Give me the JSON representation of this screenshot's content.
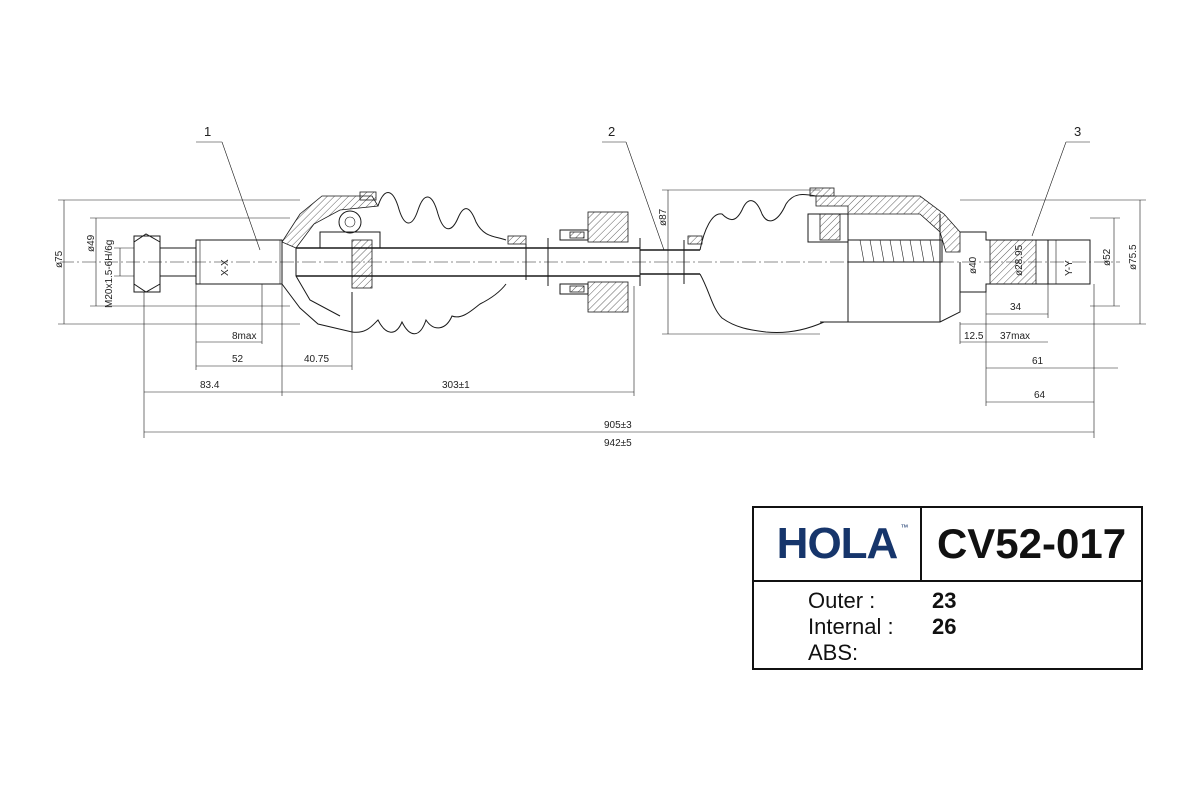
{
  "drawing": {
    "callouts": [
      "1",
      "2",
      "3"
    ],
    "axis_labels": {
      "left_axis": "X-X",
      "right_axis": "Y-Y"
    },
    "diameters": {
      "d75": "ø75",
      "d49": "ø49",
      "thread": "M20x1.5-6H/6g",
      "d87": "ø87",
      "d40": "ø40",
      "d28": "ø28.95",
      "d52": "ø52",
      "d755": "ø75.5"
    },
    "dimensions": {
      "d8max": "8max",
      "d52": "52",
      "d4075": "40.75",
      "d834": "83.4",
      "d303": "303±1",
      "d905": "905±3",
      "d942": "942±5",
      "d34": "34",
      "d125": "12.5",
      "d37max": "37max",
      "d61": "61",
      "d64": "64"
    }
  },
  "title_block": {
    "logo": "HOLA",
    "trademark": "™",
    "part_number": "CV52-017",
    "specs": [
      {
        "label": "Outer :",
        "value": "23"
      },
      {
        "label": "Internal :",
        "value": "26"
      },
      {
        "label": "ABS:",
        "value": ""
      }
    ]
  }
}
